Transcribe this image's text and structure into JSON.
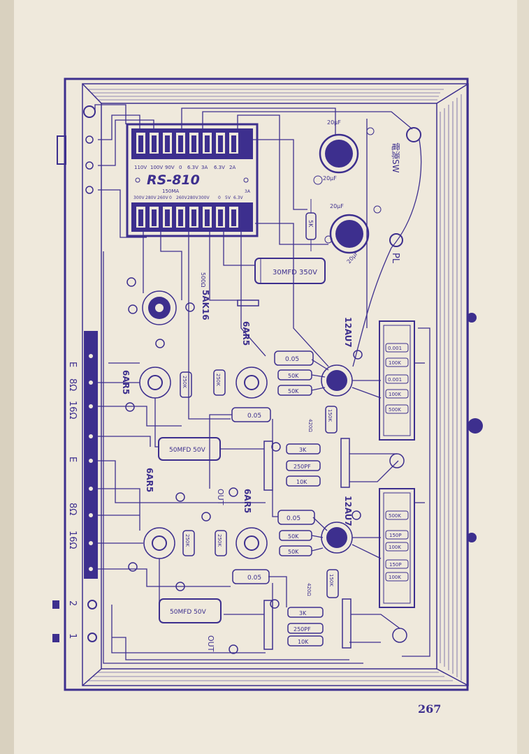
{
  "diagram": {
    "transformer": {
      "brand": "RS-810",
      "current": "150MA",
      "top_taps": [
        "110V",
        "100V",
        "90V",
        "0",
        "6.3V",
        "3A",
        "6.3V",
        "2A"
      ],
      "bottom_taps": [
        "300V",
        "280V",
        "260V",
        "0",
        "260V",
        "280V",
        "300V",
        "0",
        "5V",
        "6.3V",
        "3A"
      ]
    },
    "switches": {
      "power": "電源SW",
      "pilot": "PL"
    },
    "tubes": {
      "rectifier": "5AK16",
      "power_1": "6AR5",
      "power_2": "6AR5",
      "power_3": "6AR5",
      "power_4": "6AR5",
      "pre_1": "12AU7",
      "pre_2": "12AU7"
    },
    "capacitors_large": {
      "filter_1": "20μF",
      "filter_2": "20μF",
      "filter_3": "20μF",
      "filter_4": "20μF",
      "main": "30MFD 350V",
      "cathode_1": "50MFD 50V",
      "cathode_2": "50MFD 50V"
    },
    "resistors_supply": {
      "r1": "5K",
      "r2": "500Ω"
    },
    "channel_1": {
      "c_coupling": "0.05",
      "r_plate_1": "50K",
      "r_plate_2": "50K",
      "r_grid_1": "250K",
      "r_grid_2": "250K",
      "c_bypass": "0.05",
      "r_cathode": "420Ω",
      "r_feedback": "150K",
      "r_3k": "3K",
      "c_pf": "250PF",
      "r_10k": "10K"
    },
    "channel_2": {
      "c_coupling": "0.05",
      "r_plate_1": "50K",
      "r_plate_2": "50K",
      "r_grid_1": "250K",
      "r_grid_2": "250K",
      "c_bypass": "0.05",
      "r_cathode": "420Ω",
      "r_feedback": "150K",
      "r_3k": "3K",
      "c_pf": "250PF",
      "r_10k": "10K"
    },
    "tone_board_1": [
      "0.001",
      "100K",
      "0.001",
      "100K",
      "500K"
    ],
    "tone_board_2": [
      "500K",
      "150P",
      "100K",
      "150P",
      "100K"
    ],
    "output_terminals": [
      "E",
      "8Ω",
      "16Ω",
      "E",
      "8Ω",
      "16Ω"
    ],
    "input_terminals": [
      "2",
      "1"
    ],
    "out_labels": [
      "OUT",
      "OUT"
    ]
  },
  "page_number": "267",
  "colors": {
    "ink": "#3d2f8e",
    "paper": "#efe9dc"
  }
}
